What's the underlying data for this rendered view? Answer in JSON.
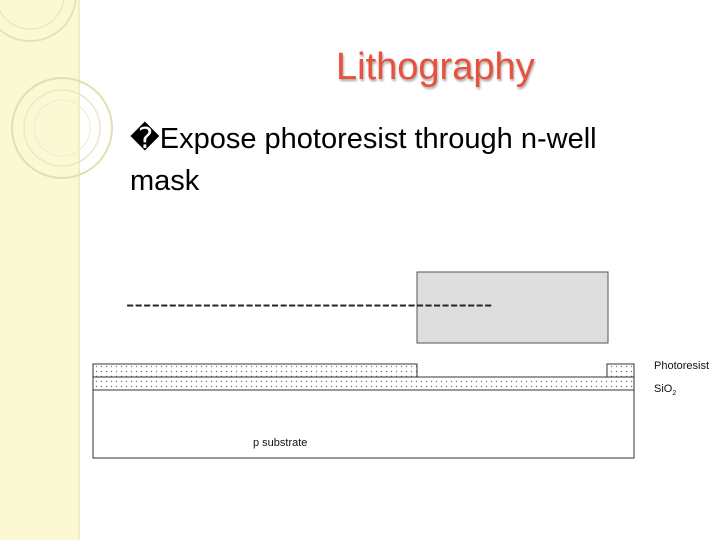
{
  "slide": {
    "title": "Lithography",
    "bullet_marker": "�",
    "bullet_text": "Expose photoresist through n-well mask"
  },
  "diagram": {
    "mask_dashes": "-------------------------------------------",
    "labels": {
      "photoresist": "Photoresist",
      "sio2_base": "SiO",
      "sio2_sub": "2",
      "substrate": "p substrate"
    }
  },
  "colors": {
    "title": "#e8513b",
    "side_panel": "#fbf8d4",
    "mask_fill": "#dedede",
    "layer_outline": "#333333"
  }
}
